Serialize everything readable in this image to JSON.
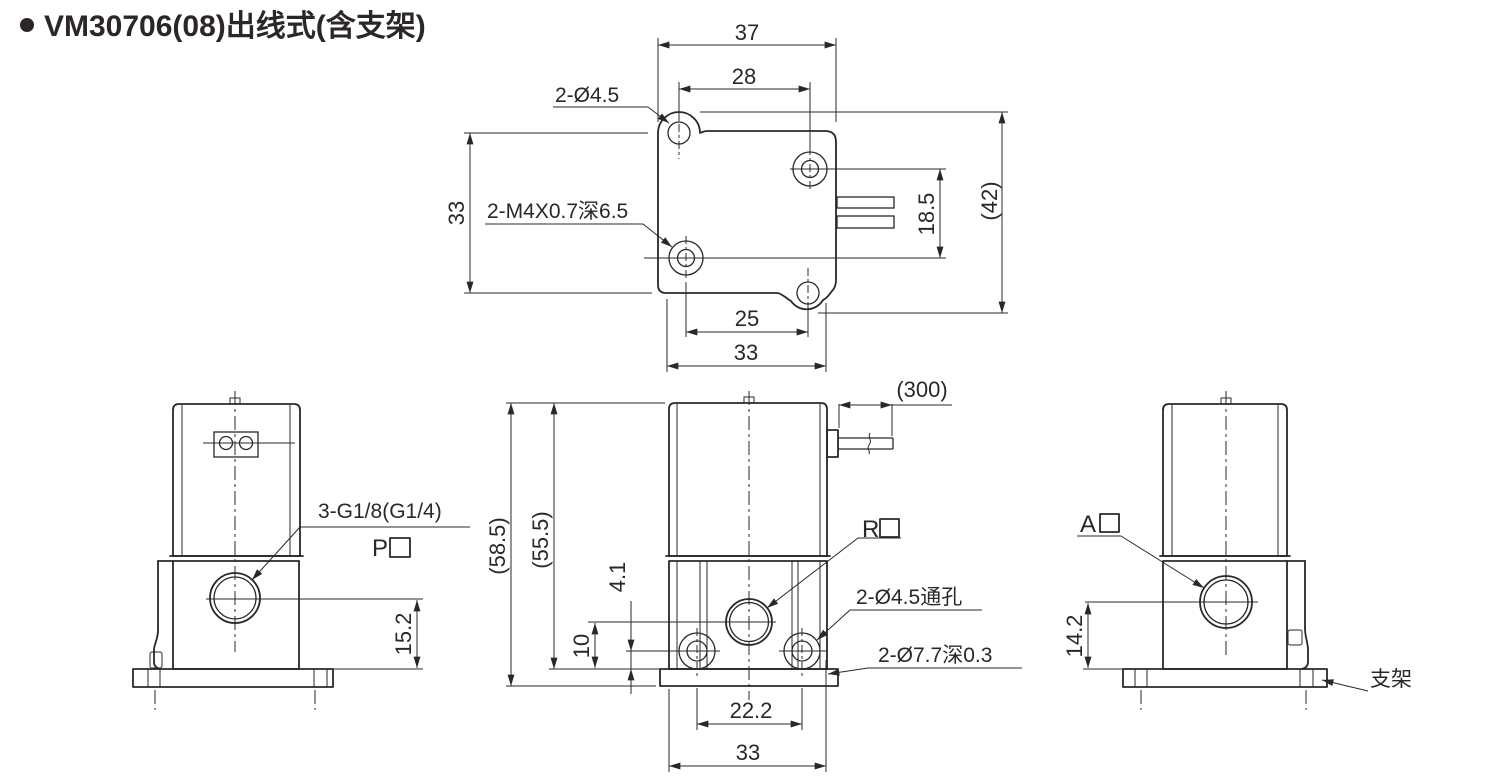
{
  "title": {
    "bullet": "●",
    "text": "VM30706(08)出线式(含支架)"
  },
  "colors": {
    "line": "#2b2728",
    "background": "#ffffff"
  },
  "views": {
    "top": {
      "dims": {
        "overall_width": "37",
        "upper_hole_spacing": "28",
        "plate_height": "33",
        "terminal_offset": "18.5",
        "overall_height": "(42)",
        "lower_hole_spacing": "25",
        "body_width": "33"
      },
      "labels": {
        "bracket_holes": "2-Ø4.5",
        "thread_holes": "2-M4X0.7深6.5"
      }
    },
    "left": {
      "dims": {
        "port_center_height": "15.2"
      },
      "labels": {
        "ports": "3-G1/8(G1/4)",
        "port_letter": "P"
      }
    },
    "front": {
      "dims": {
        "cable_length": "(300)",
        "overall_height": "(58.5)",
        "body_height": "(55.5)",
        "hole_center_height": "4.1",
        "port_center_height": "10",
        "hole_spacing": "22.2",
        "body_width": "33"
      },
      "labels": {
        "port_letter": "R",
        "through_holes": "2-Ø4.5通孔",
        "counterbore": "2-Ø7.7深0.3"
      }
    },
    "right": {
      "dims": {
        "port_center_height": "14.2"
      },
      "labels": {
        "port_letter": "A",
        "bracket": "支架"
      }
    }
  }
}
